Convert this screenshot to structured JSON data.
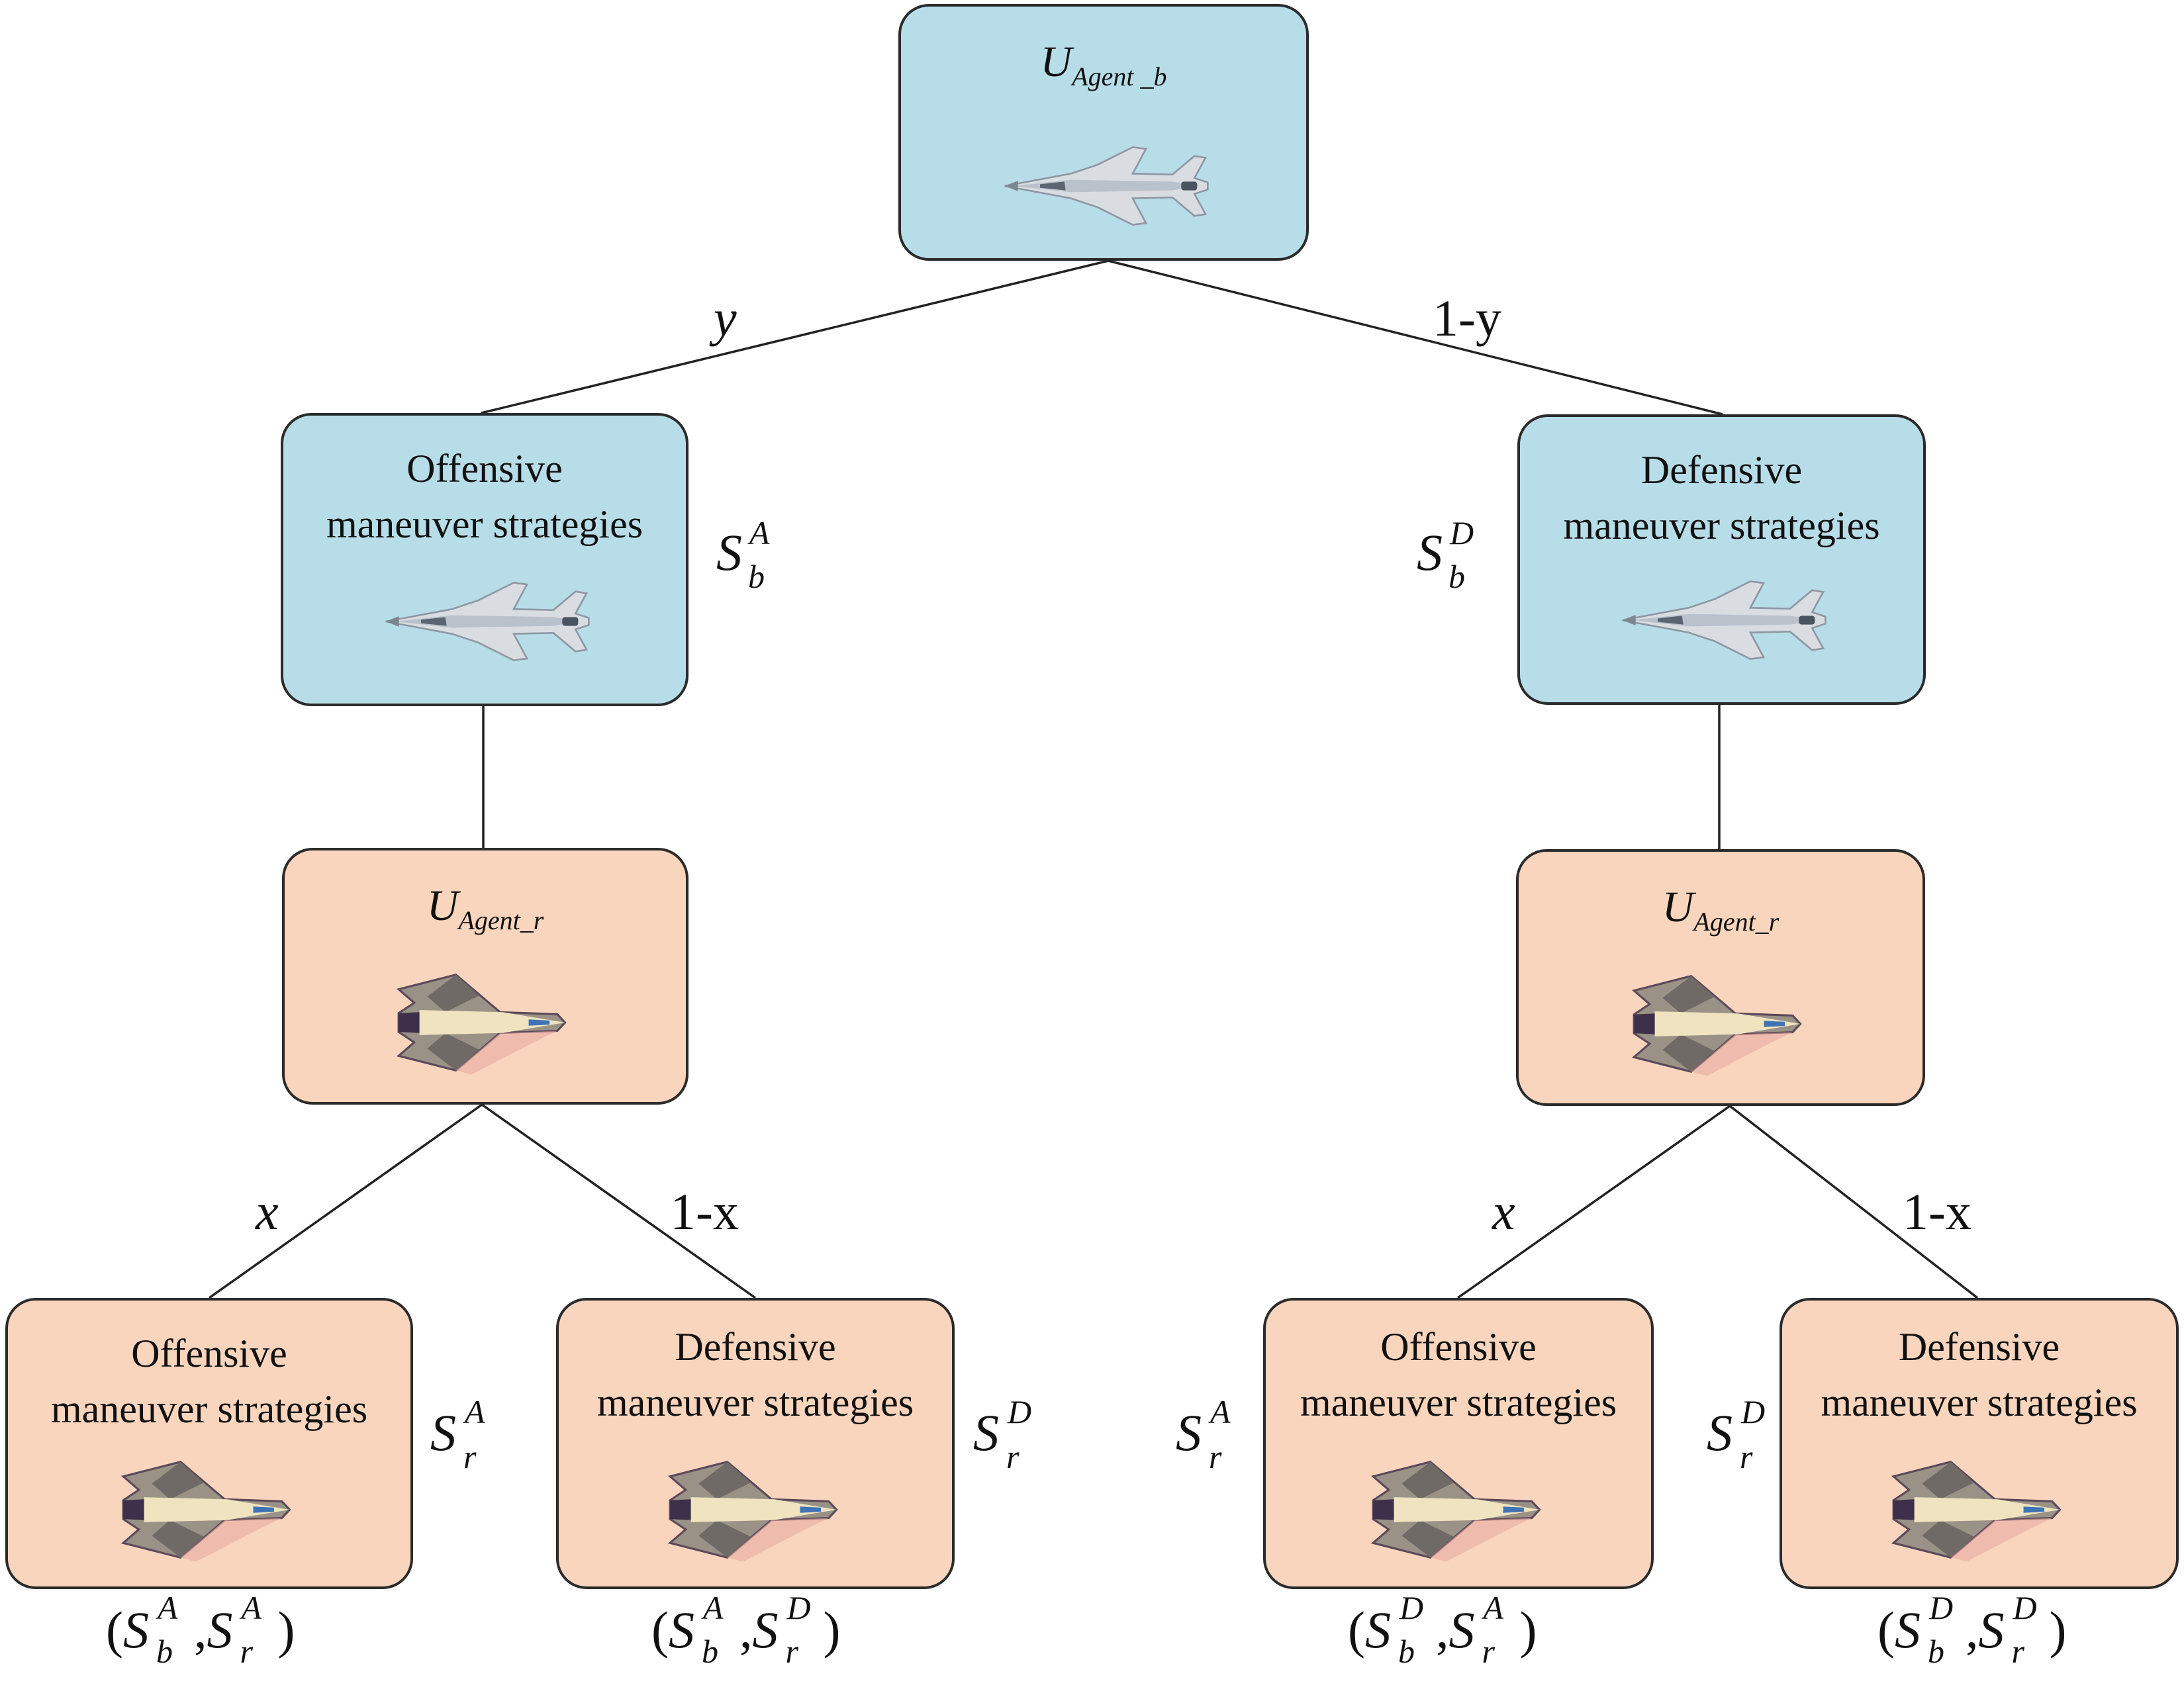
{
  "colors": {
    "blue_node": "#b7dde8",
    "orange_node": "#f9d5bd",
    "edge": "#222222"
  },
  "icons": {
    "blue_agent": "blue-fighter-jet-icon",
    "red_agent": "red-fighter-jet-icon"
  },
  "root": {
    "u": "U",
    "sub": "Agent _b"
  },
  "edge_labels": {
    "y": "y",
    "one_minus_y": "1-y",
    "x": "x",
    "one_minus_x": "1-x"
  },
  "blue_offensive": {
    "line1": "Offensive",
    "line2": "maneuver strategies",
    "sym_base": "S",
    "sym_sup": "A",
    "sym_sub": "b"
  },
  "blue_defensive": {
    "line1": "Defensive",
    "line2": "maneuver strategies",
    "sym_base": "S",
    "sym_sup": "D",
    "sym_sub": "b"
  },
  "red_agent_left": {
    "u": "U",
    "sub": "Agent_r"
  },
  "red_agent_right": {
    "u": "U",
    "sub": "Agent_r"
  },
  "leaves": [
    {
      "line1": "Offensive",
      "line2": "maneuver strategies",
      "sym_base": "S",
      "sym_sup": "A",
      "sym_sub": "r",
      "pair": {
        "open": "(",
        "a_base": "S",
        "a_sup": "A",
        "a_sub": "b",
        "sep": ",",
        "b_base": "S",
        "b_sup": "A",
        "b_sub": "r",
        "close": ")"
      }
    },
    {
      "line1": "Defensive",
      "line2": "maneuver strategies",
      "sym_base": "S",
      "sym_sup": "D",
      "sym_sub": "r",
      "pair": {
        "open": "(",
        "a_base": "S",
        "a_sup": "A",
        "a_sub": "b",
        "sep": ",",
        "b_base": "S",
        "b_sup": "D",
        "b_sub": "r",
        "close": ")"
      }
    },
    {
      "line1": "Offensive",
      "line2": "maneuver strategies",
      "sym_base": "S",
      "sym_sup": "A",
      "sym_sub": "r",
      "pair": {
        "open": "(",
        "a_base": "S",
        "a_sup": "D",
        "a_sub": "b",
        "sep": ",",
        "b_base": "S",
        "b_sup": "A",
        "b_sub": "r",
        "close": ")"
      }
    },
    {
      "line1": "Defensive",
      "line2": "maneuver strategies",
      "sym_base": "S",
      "sym_sup": "D",
      "sym_sub": "r",
      "pair": {
        "open": "(",
        "a_base": "S",
        "a_sup": "D",
        "a_sub": "b",
        "sep": ",",
        "b_base": "S",
        "b_sup": "D",
        "b_sub": "r",
        "close": ")"
      }
    }
  ]
}
